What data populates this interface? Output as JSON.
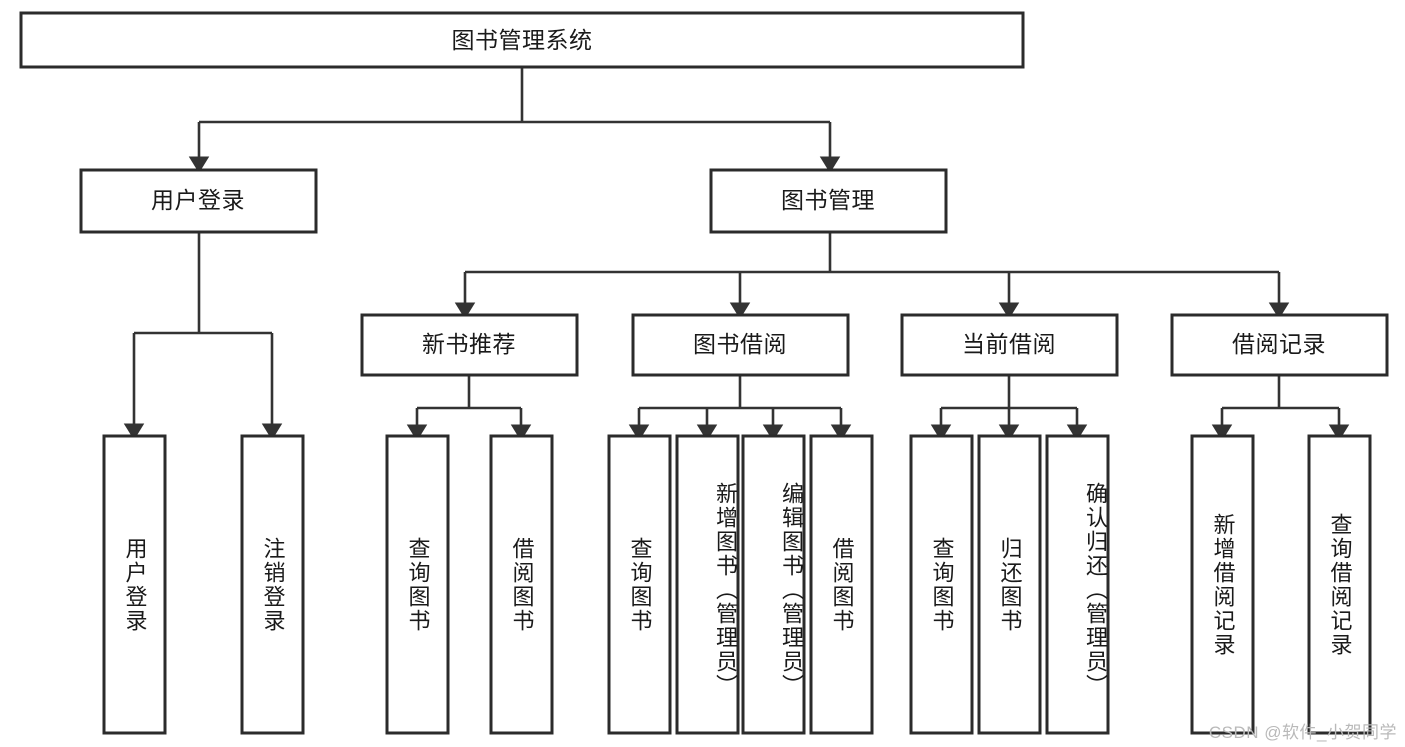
{
  "diagram": {
    "type": "tree-hierarchy",
    "title": "图书管理系统",
    "watermark": "CSDN @软件_小贺同学",
    "colors": {
      "box_stroke": "#2b2b2b",
      "connector": "#333333",
      "background": "#ffffff",
      "text": "#1a1a1a",
      "watermark": "#b9b9b9"
    },
    "root": {
      "id": "root",
      "label": "图书管理系统",
      "orientation": "horizontal"
    },
    "level1": [
      {
        "id": "user-login",
        "label": "用户登录",
        "orientation": "horizontal"
      },
      {
        "id": "book-management",
        "label": "图书管理",
        "orientation": "horizontal"
      }
    ],
    "level2": [
      {
        "id": "new-book-recommend",
        "label": "新书推荐",
        "parent": "book-management",
        "orientation": "horizontal"
      },
      {
        "id": "book-borrow",
        "label": "图书借阅",
        "parent": "book-management",
        "orientation": "horizontal"
      },
      {
        "id": "current-borrow",
        "label": "当前借阅",
        "parent": "book-management",
        "orientation": "horizontal"
      },
      {
        "id": "borrow-record",
        "label": "借阅记录",
        "parent": "book-management",
        "orientation": "horizontal"
      }
    ],
    "leaves": {
      "user-login": [
        {
          "id": "leaf-user-login",
          "label": "用户登录"
        },
        {
          "id": "leaf-logout-login",
          "label": "注销登录"
        }
      ],
      "new-book-recommend": [
        {
          "id": "leaf-query-book-1",
          "label": "查询图书"
        },
        {
          "id": "leaf-borrow-book-1",
          "label": "借阅图书"
        }
      ],
      "book-borrow": [
        {
          "id": "leaf-query-book-2",
          "label": "查询图书"
        },
        {
          "id": "leaf-add-book",
          "label": "新增图书（管理员）"
        },
        {
          "id": "leaf-edit-book",
          "label": "编辑图书（管理员）"
        },
        {
          "id": "leaf-borrow-book-2",
          "label": "借阅图书"
        }
      ],
      "current-borrow": [
        {
          "id": "leaf-query-book-3",
          "label": "查询图书"
        },
        {
          "id": "leaf-return-book",
          "label": "归还图书"
        },
        {
          "id": "leaf-confirm-return",
          "label": "确认归还（管理员）"
        }
      ],
      "borrow-record": [
        {
          "id": "leaf-add-record",
          "label": "新增借阅记录"
        },
        {
          "id": "leaf-query-record",
          "label": "查询借阅记录"
        }
      ]
    }
  }
}
